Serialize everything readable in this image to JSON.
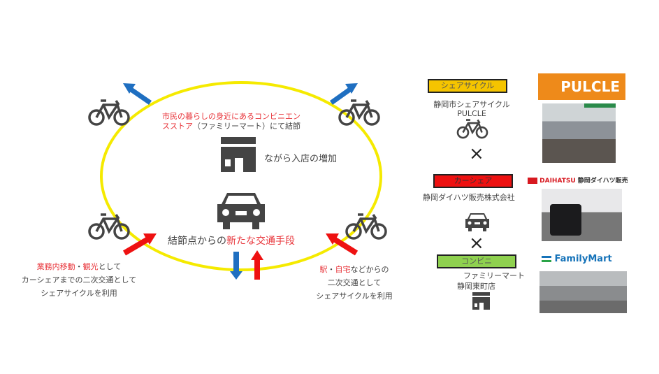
{
  "diagram": {
    "top_text_red": "市民の暮らしの身近にあるコンビニエン",
    "top_text_red2": "スストア",
    "top_text_gray": "（ファミリーマート）にて結節",
    "store_text": "ながら入店の増加",
    "center_text_gray": "結節点からの",
    "center_text_red": "新たな交通手段",
    "left_red1": "業務内移動",
    "left_sep": "・",
    "left_red2": "観光",
    "left_gray1": "として",
    "left_line2": "カーシェアまでの二次交通として",
    "left_line3": "シェアサイクルを利用",
    "right_red1": "駅",
    "right_sep": "・",
    "right_red2": "自宅",
    "right_gray1": "などからの",
    "right_line2": "二次交通として",
    "right_line3": "シェアサイクルを利用"
  },
  "panel": {
    "cycle_label": "シェアサイクル",
    "cycle_name": "静岡市シェアサイクル",
    "cycle_brand": "PULCLE",
    "times1": "×",
    "car_label": "カーシェア",
    "car_name": "静岡ダイハツ販売株式会社",
    "times2": "×",
    "conv_label": "コンビニ",
    "conv_name1": "ファミリーマート",
    "conv_name2": "静岡東町店",
    "pulcle_logo": "PULCLE",
    "daihatsu_logo": "DAIHATSU",
    "daihatsu_dealer": "静岡ダイハツ販売",
    "familymart_logo": "FamilyMart"
  },
  "colors": {
    "yellow": "#f5ea00",
    "blue": "#1f6fc1",
    "red": "#ee1111",
    "orange": "#ee8a1a",
    "green": "#8fd14f",
    "gray": "#444444"
  }
}
